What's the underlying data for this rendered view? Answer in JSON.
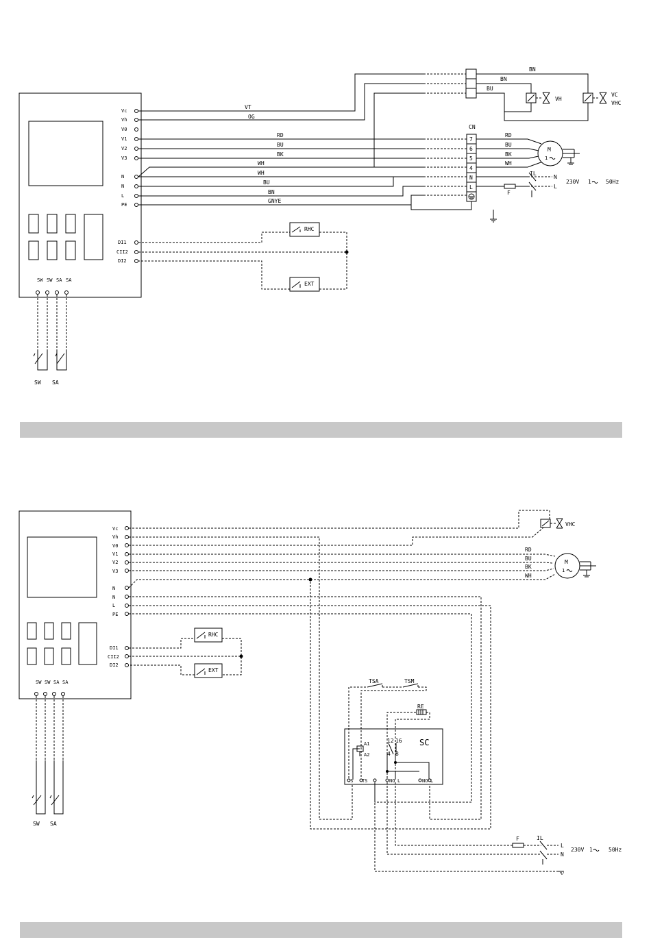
{
  "diagram1": {
    "terminals": [
      "Vc",
      "Vh",
      "V0",
      "V1",
      "V2",
      "V3",
      "N",
      "N",
      "L",
      "PE",
      "DI1",
      "CII2",
      "DI2"
    ],
    "bottom_terms": [
      "SW",
      "SW",
      "SA",
      "SA"
    ],
    "sensors": [
      "SW",
      "SA"
    ],
    "wires": [
      "VT",
      "OG",
      "RD",
      "BU",
      "BK",
      "WH",
      "WH",
      "BU",
      "BN",
      "GNYE"
    ],
    "valve_wires": [
      "BN",
      "BN",
      "BU"
    ],
    "valves": [
      "VH",
      "VC",
      "VHC"
    ],
    "cn_label": "CN",
    "cn_pins": [
      "7",
      "6",
      "5",
      "4",
      "N",
      "L"
    ],
    "motor_wires": [
      "RD",
      "BU",
      "BK",
      "WH"
    ],
    "motor": "M",
    "motor_phase": "1",
    "switches": [
      "RHC",
      "EXT"
    ],
    "il": "IL",
    "fuse": "F",
    "supply": [
      "N",
      "L"
    ],
    "voltage": "230V",
    "phase": "1",
    "freq": "50Hz"
  },
  "diagram2": {
    "terminals": [
      "Vc",
      "Vh",
      "V0",
      "V1",
      "V2",
      "V3",
      "N",
      "N",
      "L",
      "PE",
      "DI1",
      "CII2",
      "DI2"
    ],
    "bottom_terms": [
      "SW",
      "SW",
      "SA",
      "SA"
    ],
    "sensors": [
      "SW",
      "SA"
    ],
    "valve": "VHC",
    "motor_wires": [
      "RD",
      "BU",
      "BK",
      "WH"
    ],
    "motor": "M",
    "motor_phase": "1",
    "switches": [
      "RHC",
      "EXT"
    ],
    "thermostats": [
      "TSA",
      "TSM"
    ],
    "re": "RE",
    "sc": "SC",
    "sc_labels": [
      "A1",
      "A2",
      "12",
      "16",
      "4",
      "8"
    ],
    "sc_terms": [
      "TS",
      "TS",
      "NO",
      "L",
      "NO",
      "L"
    ],
    "fuse": "F",
    "il": "IL",
    "supply": [
      "L",
      "N"
    ],
    "voltage": "230V",
    "phase": "1",
    "freq": "50Hz"
  }
}
